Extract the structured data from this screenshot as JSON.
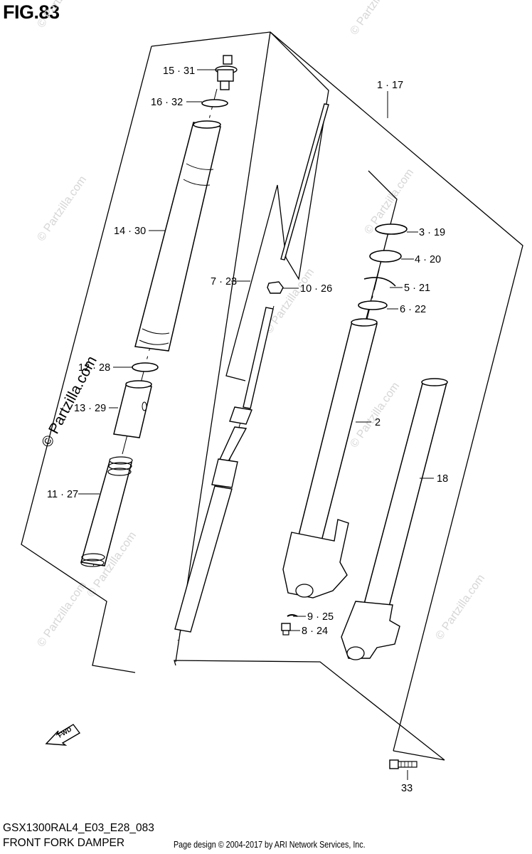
{
  "figure": {
    "title": "FIG.83",
    "model_code": "GSX1300RAL4_E03_E28_083",
    "name": "FRONT FORK DAMPER",
    "copyright": "Page design © 2004-2017 by ARI Network Services, Inc."
  },
  "watermark": {
    "text": "© Partzilla.com",
    "color": "#d6d6d6"
  },
  "forward_marker": "FWD",
  "callouts": [
    {
      "id": "c15",
      "text": "15 · 31"
    },
    {
      "id": "c16",
      "text": "16 · 32"
    },
    {
      "id": "c1",
      "text": "1 · 17"
    },
    {
      "id": "c14",
      "text": "14 · 30"
    },
    {
      "id": "c3",
      "text": "3 · 19"
    },
    {
      "id": "c4",
      "text": "4 · 20"
    },
    {
      "id": "c7",
      "text": "7 · 23"
    },
    {
      "id": "c10",
      "text": "10 · 26"
    },
    {
      "id": "c5",
      "text": "5 · 21"
    },
    {
      "id": "c6",
      "text": "6 · 22"
    },
    {
      "id": "c12",
      "text": "12 · 28"
    },
    {
      "id": "c13",
      "text": "13 · 29"
    },
    {
      "id": "c2",
      "text": "2"
    },
    {
      "id": "c18",
      "text": "18"
    },
    {
      "id": "c11",
      "text": "11 · 27"
    },
    {
      "id": "c9",
      "text": "9 · 25"
    },
    {
      "id": "c8",
      "text": "8 · 24"
    },
    {
      "id": "c33",
      "text": "33"
    }
  ]
}
